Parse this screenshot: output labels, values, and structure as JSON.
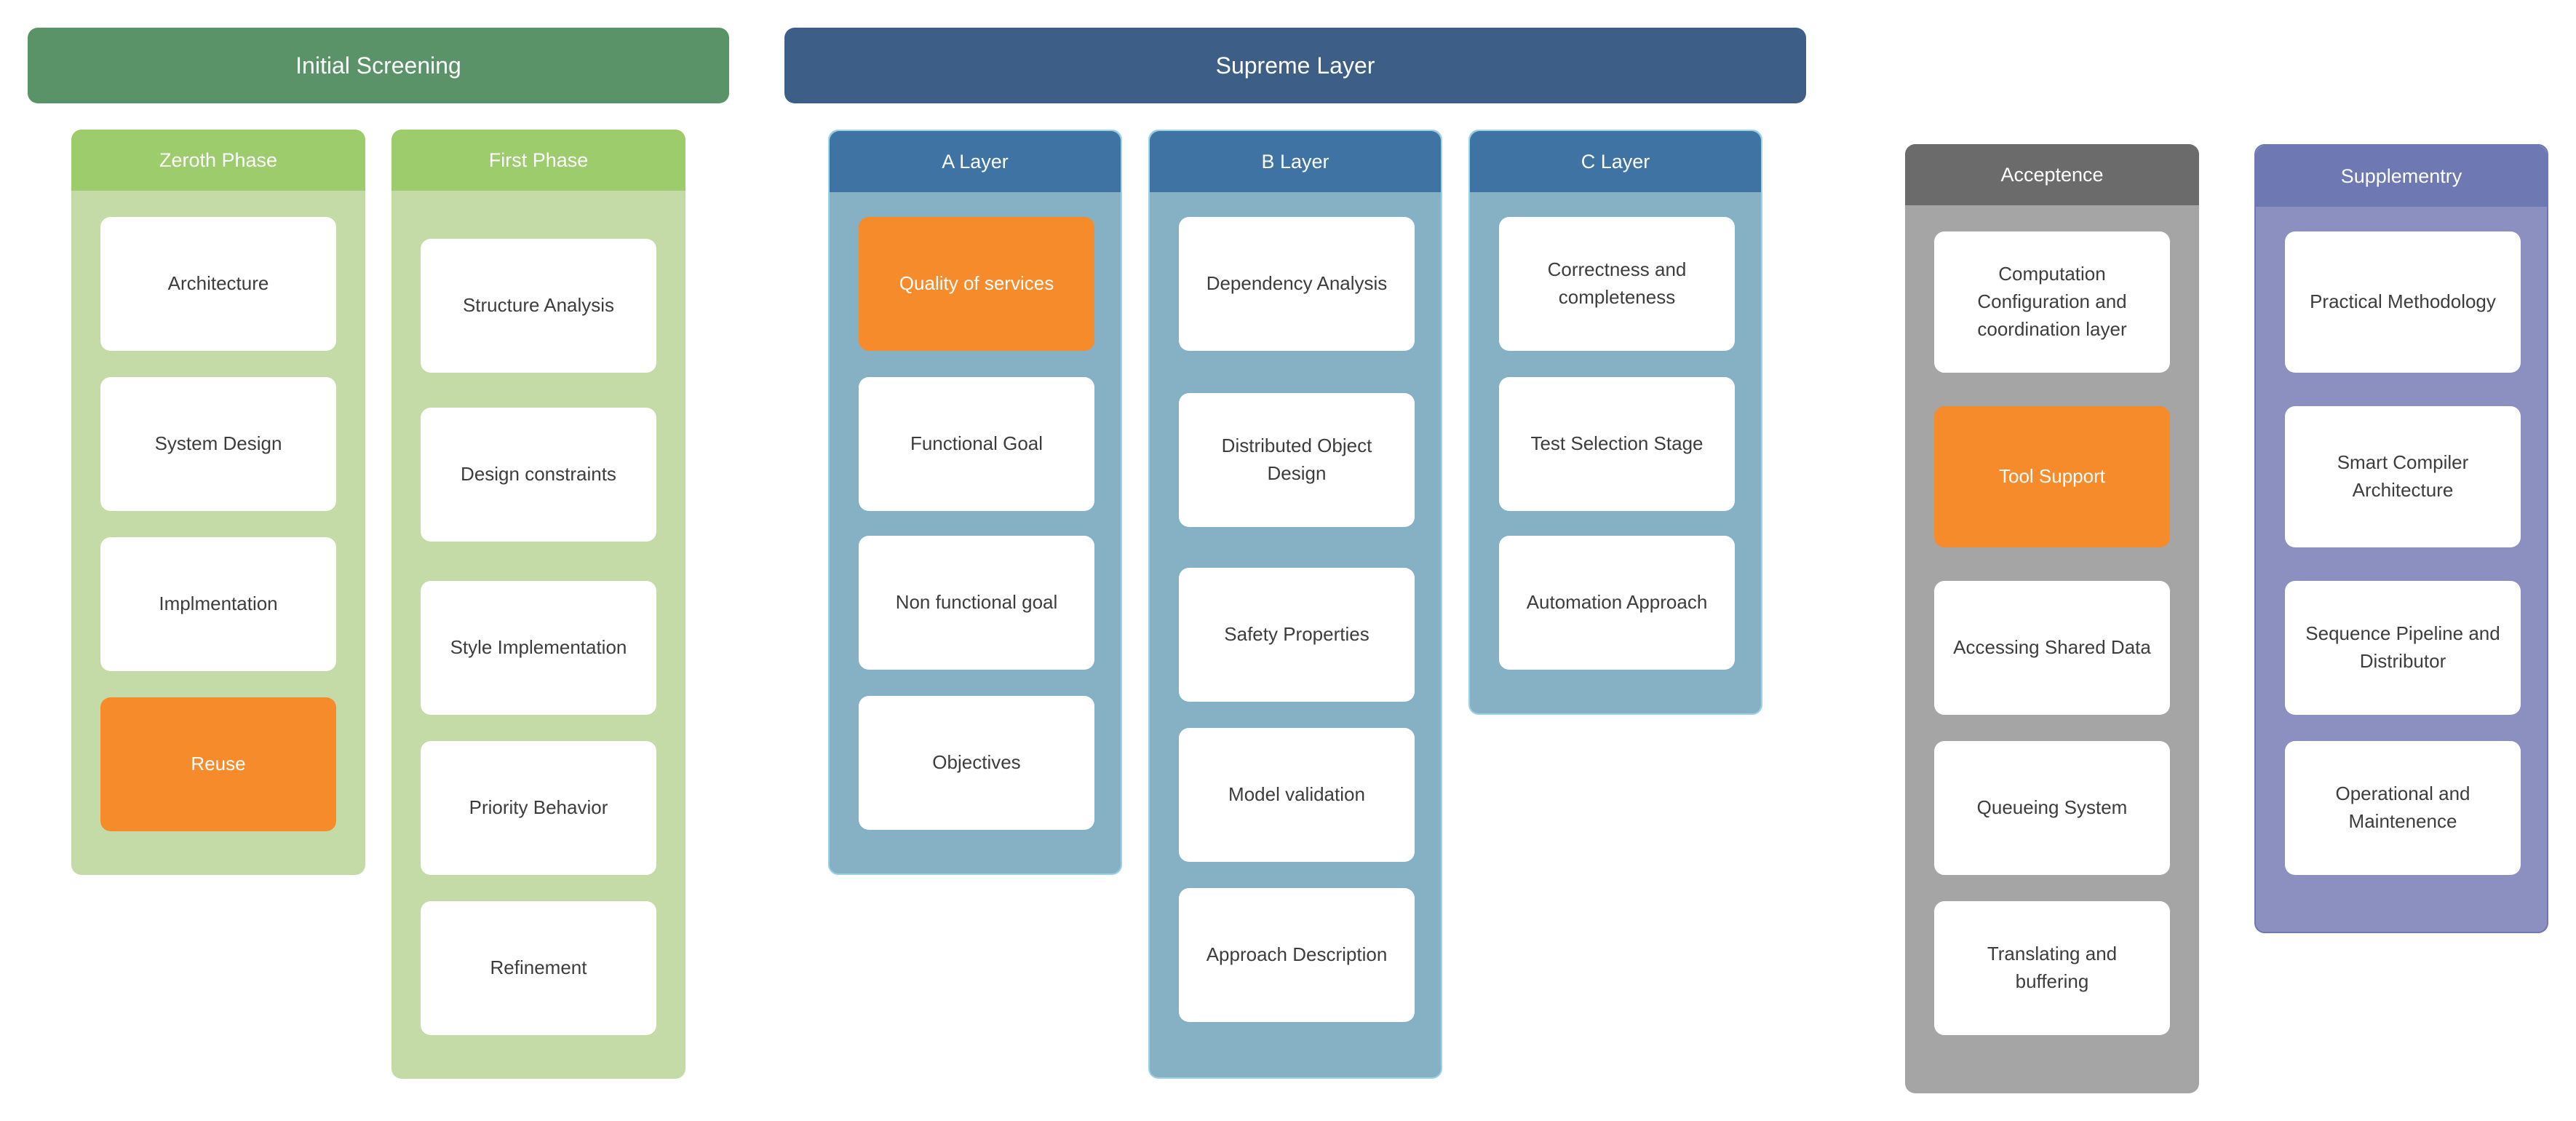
{
  "colors": {
    "green_banner": "#5a9368",
    "blue_banner": "#3d5e86",
    "green_head": "#9ccc6c",
    "green_body": "#c5dba7",
    "blue_head": "#3f73a4",
    "blue_body": "#86b0c4",
    "blue_border": "#9fd2e6",
    "gray_head": "#6b6b6b",
    "gray_body": "#a5a5a5",
    "purple_head": "#6e78b3",
    "purple_body": "#8b90c0",
    "highlight": "#f58b2b"
  },
  "banners": {
    "initial": "Initial Screening",
    "supreme": "Supreme Layer"
  },
  "columns": {
    "zeroth": {
      "title": "Zeroth Phase",
      "items": [
        "Architecture",
        "System Design",
        "Implmentation",
        "Reuse"
      ]
    },
    "first": {
      "title": "First Phase",
      "items": [
        "Structure Analysis",
        "Design constraints",
        "Style Implementation",
        "Priority Behavior",
        "Refinement"
      ]
    },
    "a_layer": {
      "title": "A Layer",
      "items": [
        "Quality of services",
        "Functional Goal",
        "Non functional goal",
        "Objectives"
      ]
    },
    "b_layer": {
      "title": "B Layer",
      "items": [
        "Dependency Analysis",
        "Distributed Object Design",
        "Safety Properties",
        "Model validation",
        "Approach Description"
      ]
    },
    "c_layer": {
      "title": "C Layer",
      "items": [
        "Correctness and completeness",
        "Test Selection Stage",
        "Automation Approach"
      ]
    },
    "acceptence": {
      "title": "Acceptence",
      "items": [
        "Computation Configuration and coordination layer",
        "Tool Support",
        "Accessing Shared Data",
        "Queueing System",
        "Translating and buffering"
      ]
    },
    "supplementry": {
      "title": "Supplementry",
      "items": [
        "Practical Methodology",
        "Smart Compiler Architecture",
        "Sequence Pipeline and Distributor",
        "Operational and Maintenence"
      ]
    }
  }
}
